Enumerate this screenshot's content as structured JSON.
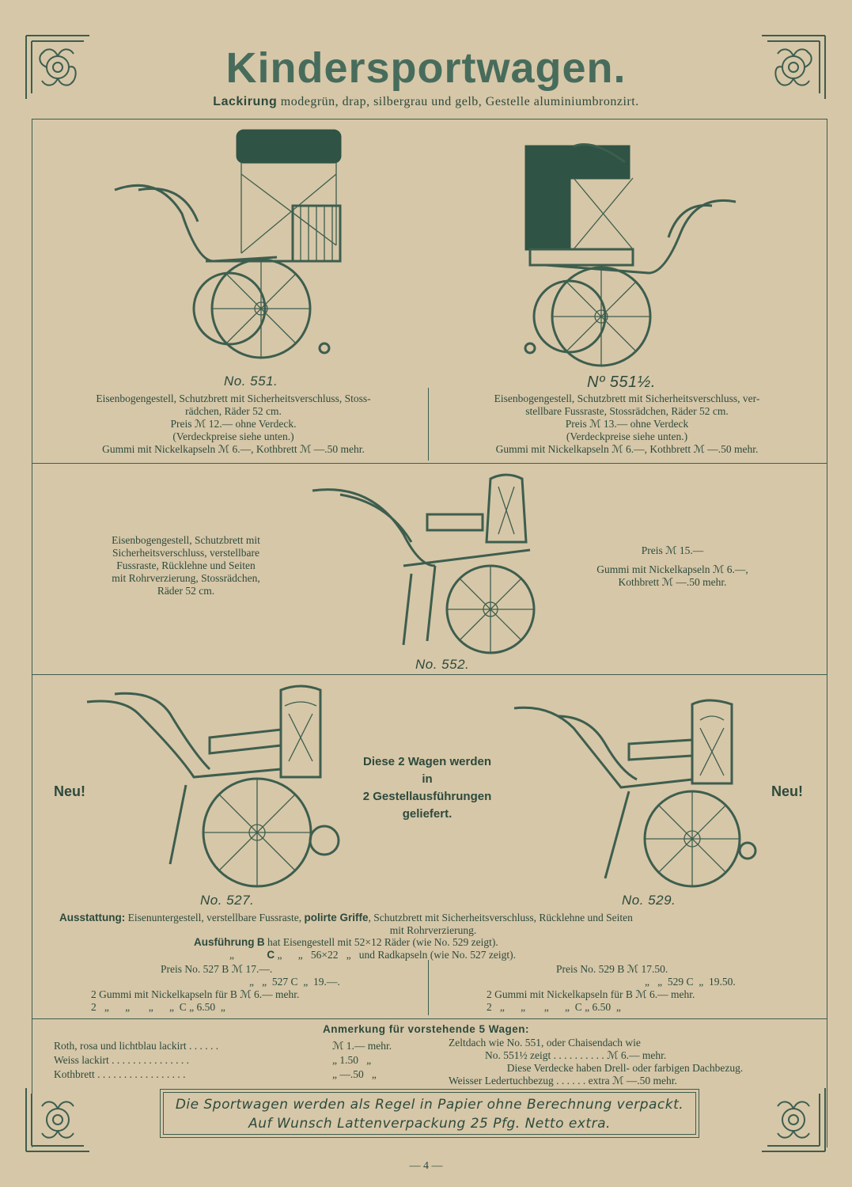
{
  "header": {
    "title": "Kindersportwagen.",
    "subtitle_bold": "Lackirung",
    "subtitle_rest": " modegrün, drap, silbergrau und gelb, Gestelle aluminiumbronzirt."
  },
  "section1": {
    "left": {
      "model": "No. 551.",
      "line1": "Eisenbogengestell, Schutzbrett mit Sicherheitsverschluss, Stoss-",
      "line2": "rädchen, Räder 52 cm.",
      "line3": "Preis ℳ 12.— ohne Verdeck.",
      "line4": "(Verdeckpreise siehe unten.)",
      "line5": "Gummi mit Nickelkapseln ℳ 6.—, Kothbrett ℳ —.50 mehr."
    },
    "right": {
      "model": "Nº 551½.",
      "line1": "Eisenbogengestell, Schutzbrett mit Sicherheitsverschluss, ver-",
      "line2": "stellbare Fussraste, Stossrädchen, Räder 52 cm.",
      "line3": "Preis ℳ 13.— ohne Verdeck",
      "line4": "(Verdeckpreise siehe unten.)",
      "line5": "Gummi mit Nickelkapseln ℳ 6.—, Kothbrett ℳ —.50 mehr."
    }
  },
  "section2": {
    "model": "No. 552.",
    "left_lines": [
      "Eisenbogengestell, Schutzbrett mit",
      "Sicherheitsverschluss, verstellbare",
      "Fussraste, Rücklehne und Seiten",
      "mit Rohrverzierung, Stossrädchen,",
      "Räder 52 cm."
    ],
    "price": "Preis ℳ 15.—",
    "extra1": "Gummi mit Nickelkapseln ℳ 6.—,",
    "extra2": "Kothbrett ℳ —.50 mehr."
  },
  "section3": {
    "neu_left": "Neu!",
    "neu_right": "Neu!",
    "center_lines": [
      "Diese 2 Wagen werden",
      "in",
      "2 Gestellausführungen",
      "geliefert."
    ],
    "model_left": "No. 527.",
    "model_right": "No. 529.",
    "ausstattung_label": "Ausstattung:",
    "ausstattung_a": " Eisenuntergestell, verstellbare Fussraste, ",
    "ausstattung_bold": "polirte Griffe",
    "ausstattung_b": ", Schutzbrett mit Sicherheitsverschluss, Rücklehne und Seiten",
    "ausstattung_line2": "mit Rohrverzierung.",
    "ausf_label": "Ausführung",
    "ausf_b_letter": "B",
    "ausf_b_rest": "hat Eisengestell mit 52×12 Räder (wie No. 529 zeigt).",
    "ausf_c_prefix": "„",
    "ausf_c_letter": "C",
    "ausf_c_rest": "„      „   56×22   „   und Radkapseln (wie No. 527 zeigt).",
    "left_price1": "Preis No. 527 B ℳ 17.—.",
    "left_price2": "„   „  527 C  „  19.—.",
    "left_gummi1": "2 Gummi mit Nickelkapseln für B ℳ 6.— mehr.",
    "left_gummi2": "2   „      „       „      „  C „ 6.50  „",
    "right_price1": "Preis No. 529 B ℳ 17.50.",
    "right_price2": "„   „  529 C  „  19.50.",
    "right_gummi1": "2 Gummi mit Nickelkapseln für B ℳ 6.— mehr.",
    "right_gummi2": "2   „      „       „      „  C „ 6.50  „"
  },
  "section4": {
    "heading": "Anmerkung für vorstehende 5 Wagen:",
    "left_rows": [
      {
        "label": "Roth, rosa und lichtblau lackirt . . . . . .",
        "price": "ℳ 1.— mehr."
      },
      {
        "label": "Weiss lackirt . . . . . . . . . . . . . . .",
        "price": "„ 1.50   „"
      },
      {
        "label": "Kothbrett . . . . . . . . . . . . . . . . .",
        "price": "„ —.50   „"
      }
    ],
    "right_line1": "Zeltdach wie No. 551, oder Chaisendach wie",
    "right_line2": "No. 551½ zeigt . . . . . . . . . . ℳ 6.— mehr.",
    "right_line3": "Diese Verdecke haben Drell- oder farbigen Dachbezug.",
    "right_line4": "Weisser Ledertuchbezug . . . . . .  extra  ℳ —.50 mehr."
  },
  "footer": {
    "note_line1": "Die Sportwagen werden als Regel in Papier ohne Berechnung verpackt.",
    "note_line2": "Auf Wunsch Lattenverpackung 25 Pfg. Netto extra.",
    "page_number": "— 4 —"
  }
}
